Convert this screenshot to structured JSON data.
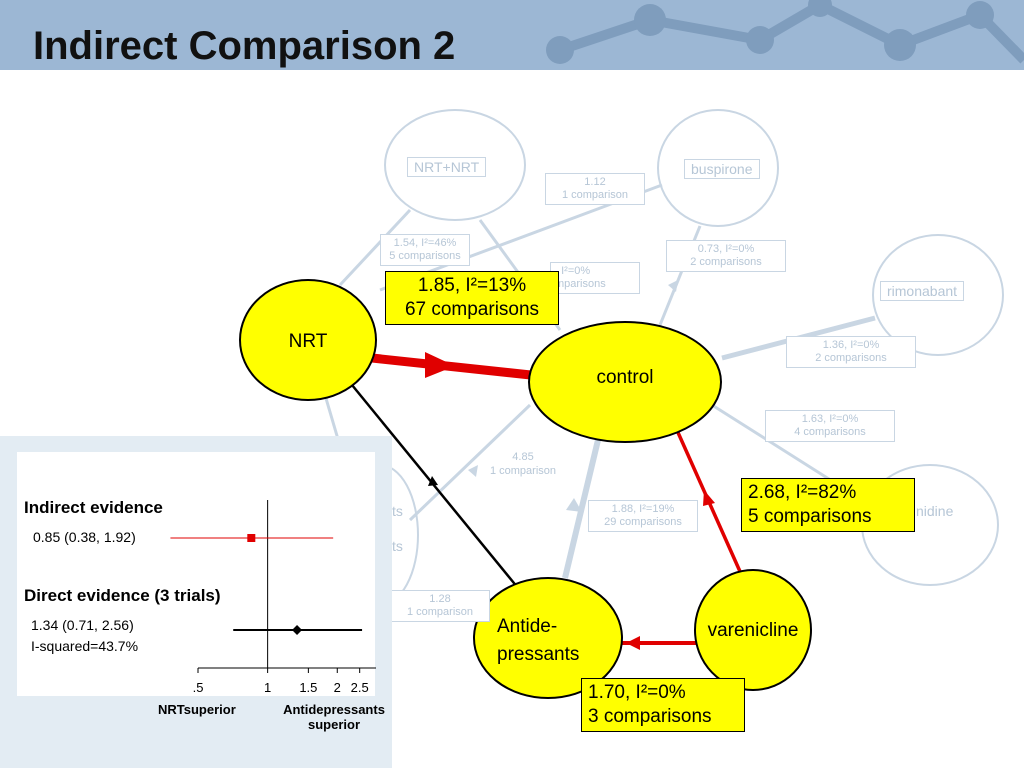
{
  "slide": {
    "title": "Indirect Comparison 2"
  },
  "background_network": {
    "nodes": {
      "nrt_nrt": "NRT+NRT",
      "buspirone": "buspirone",
      "rimonabant": "rimonabant",
      "nicotine_partial": "nidine",
      "left_partial_1": "ts",
      "left_partial_2": "ts"
    },
    "edge_labels": [
      {
        "id": "e1",
        "lines": [
          "1.12",
          "1 comparison"
        ]
      },
      {
        "id": "e2",
        "lines": [
          "1.54, I²=46%",
          "5 comparisons"
        ]
      },
      {
        "id": "e3",
        "lines": [
          "0.73, I²=0%",
          "2 comparisons"
        ]
      },
      {
        "id": "e4",
        "lines": [
          ". I²=0%",
          "mparisons"
        ]
      },
      {
        "id": "e5",
        "lines": [
          "1.36, I²=0%",
          "2 comparisons"
        ]
      },
      {
        "id": "e6",
        "lines": [
          "1.63, I²=0%",
          "4 comparisons"
        ]
      },
      {
        "id": "e7",
        "lines": [
          "4.85",
          "1 comparison"
        ]
      },
      {
        "id": "e8",
        "lines": [
          "1.88, I²=19%",
          "29 comparisons"
        ]
      },
      {
        "id": "e9",
        "lines": [
          "1.28",
          "1 comparison"
        ]
      }
    ]
  },
  "network": {
    "nodes": {
      "nrt": "NRT",
      "control": "control",
      "antidepressants_line1": "Antide-",
      "antidepressants_line2": "pressants",
      "varenicline": "varenicline"
    },
    "callouts": {
      "nrt_control": {
        "line1": "1.85, I²=13%",
        "line2": "67 comparisons"
      },
      "varenicline_control": {
        "line1": "2.68, I²=82%",
        "line2": "5 comparisons"
      },
      "varenicline_antidepressants": {
        "line1": "1.70, I²=0%",
        "line2": "3 comparisons"
      }
    },
    "colors": {
      "node_fill": "#ffff00",
      "red_edge": "#e00000",
      "black_edge": "#000000",
      "faint": "#c9d6e3"
    }
  },
  "forest_plot": {
    "indirect_heading": "Indirect evidence",
    "indirect_estimate": "0.85 (0.38, 1.92)",
    "direct_heading": "Direct evidence (3 trials)",
    "direct_estimate": "1.34 (0.71, 2.56)",
    "direct_isquared": "I-squared=43.7%",
    "tick_labels": [
      ".5",
      "1",
      "1.5",
      "2",
      "2.5"
    ],
    "left_axis_label": "NRTsuperior",
    "right_axis_label_line1": "Antidepressants",
    "right_axis_label_line2": "superior"
  },
  "chart_data": {
    "type": "scatter",
    "subtype": "forest",
    "scale": "log",
    "reference_line": 1,
    "xticks": [
      0.5,
      1,
      1.5,
      2,
      2.5
    ],
    "series": [
      {
        "name": "Indirect evidence",
        "estimate": 0.85,
        "ci_low": 0.38,
        "ci_high": 1.92,
        "color": "#e00000",
        "marker": "square"
      },
      {
        "name": "Direct evidence (3 trials)",
        "estimate": 1.34,
        "ci_low": 0.71,
        "ci_high": 2.56,
        "color": "#000000",
        "marker": "diamond"
      }
    ]
  }
}
